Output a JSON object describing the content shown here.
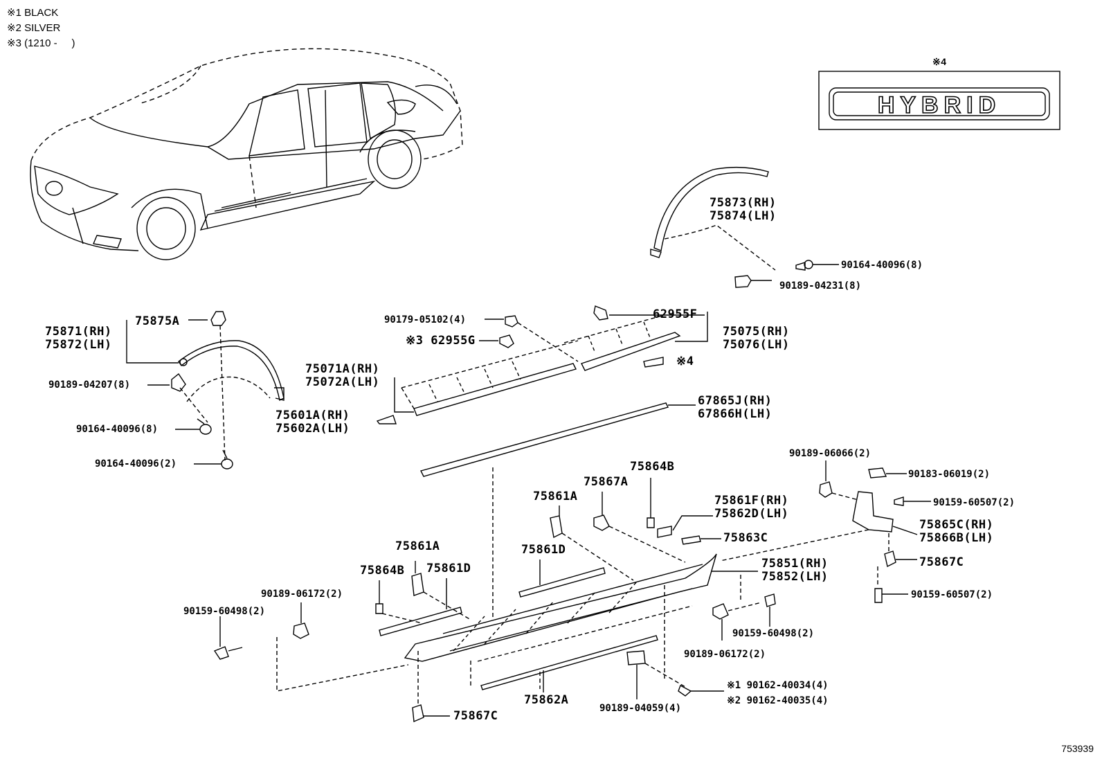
{
  "notes": [
    "※1 BLACK",
    "※2 SILVER",
    "※3 (1210 -     )"
  ],
  "emblem": {
    "marker": "※4",
    "text": "HYBRID"
  },
  "labels": {
    "l75873": "75873(RH)\n75874(LH)",
    "l90164_40096_8a": "90164-40096(8)",
    "l90189_04231": "90189-04231(8)",
    "l75871": "75871(RH)\n75872(LH)",
    "l75875A": "75875A",
    "l90189_04207": "90189-04207(8)",
    "l90164_40096_8b": "90164-40096(8)",
    "l90164_40096_2": "90164-40096(2)",
    "l90179_05102": "90179-05102(4)",
    "l62955G": "※3 62955G",
    "l62955F": "62955F",
    "l75075": "75075(RH)\n75076(LH)",
    "l4marker": "※4",
    "l75071A": "75071A(RH)\n75072A(LH)",
    "l75601A": "75601A(RH)\n75602A(LH)",
    "l67865J": "67865J(RH)\n67866H(LH)",
    "l90189_06066": "90189-06066(2)",
    "l90183_06019": "90183-06019(2)",
    "l90159_60507a": "90159-60507(2)",
    "l75864B_a": "75864B",
    "l75867A": "75867A",
    "l75861A_a": "75861A",
    "l75861F": "75861F(RH)\n75862D(LH)",
    "l75865C": "75865C(RH)\n75866B(LH)",
    "l75863C": "75863C",
    "l75861D_a": "75861D",
    "l75851": "75851(RH)\n75852(LH)",
    "l75867C_a": "75867C",
    "l75861A_b": "75861A",
    "l75864B_b": "75864B",
    "l75861D_b": "75861D",
    "l90159_60507b": "90159-60507(2)",
    "l90189_06172a": "90189-06172(2)",
    "l90159_60498a": "90159-60498(2)",
    "l90159_60498b": "90159-60498(2)",
    "l90189_06172b": "90189-06172(2)",
    "l90162_40034": "※1 90162-40034(4)",
    "l90162_40035": "※2 90162-40035(4)",
    "l90189_04059": "90189-04059(4)",
    "l75862A": "75862A",
    "l75867C_b": "75867C"
  },
  "diagram_id": "753939"
}
